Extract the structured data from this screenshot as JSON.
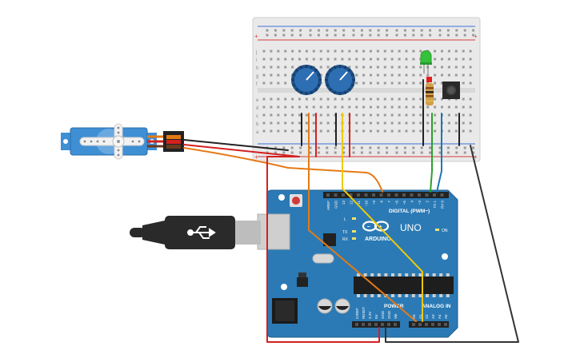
{
  "breadboard": {
    "row_letters_top": [
      "j",
      "i",
      "h",
      "g",
      "f"
    ],
    "row_letters_bottom": [
      "e",
      "d",
      "c",
      "b",
      "a"
    ],
    "rail_plus": "+",
    "rail_minus": "-",
    "column_count": 30
  },
  "arduino": {
    "brand": "ARDUINO",
    "model": "UNO",
    "digital_header_label": "DIGITAL (PWM~)",
    "power_label": "POWER",
    "analog_label": "ANALOG IN",
    "on_label": "ON",
    "l_label": "L",
    "tx_label": "TX",
    "rx_label": "RX",
    "digital_pins": [
      "AREF",
      "GND",
      "13",
      "12",
      "~11",
      "~10",
      "~9",
      "8",
      "7",
      "~6",
      "~5",
      "4",
      "~3",
      "2",
      "TX 1",
      "RX 0"
    ],
    "power_pins": [
      "IOREF",
      "RESET",
      "3.3V",
      "5V",
      "GND",
      "GND",
      "Vin"
    ],
    "analog_pins": [
      "A0",
      "A1",
      "A2",
      "A3",
      "A4",
      "A5"
    ]
  },
  "components": {
    "servo": "servo",
    "potentiometers": 2,
    "led_color": "#34c23a",
    "pushbutton": "pushbutton",
    "usb_plug": "usb-b"
  },
  "wire_colors": {
    "red": "#d42020",
    "black": "#222222",
    "orange": "#e57a14",
    "yellow": "#f0c808",
    "green": "#2ca02c",
    "blue": "#1f77b4",
    "dark": "#333333"
  }
}
